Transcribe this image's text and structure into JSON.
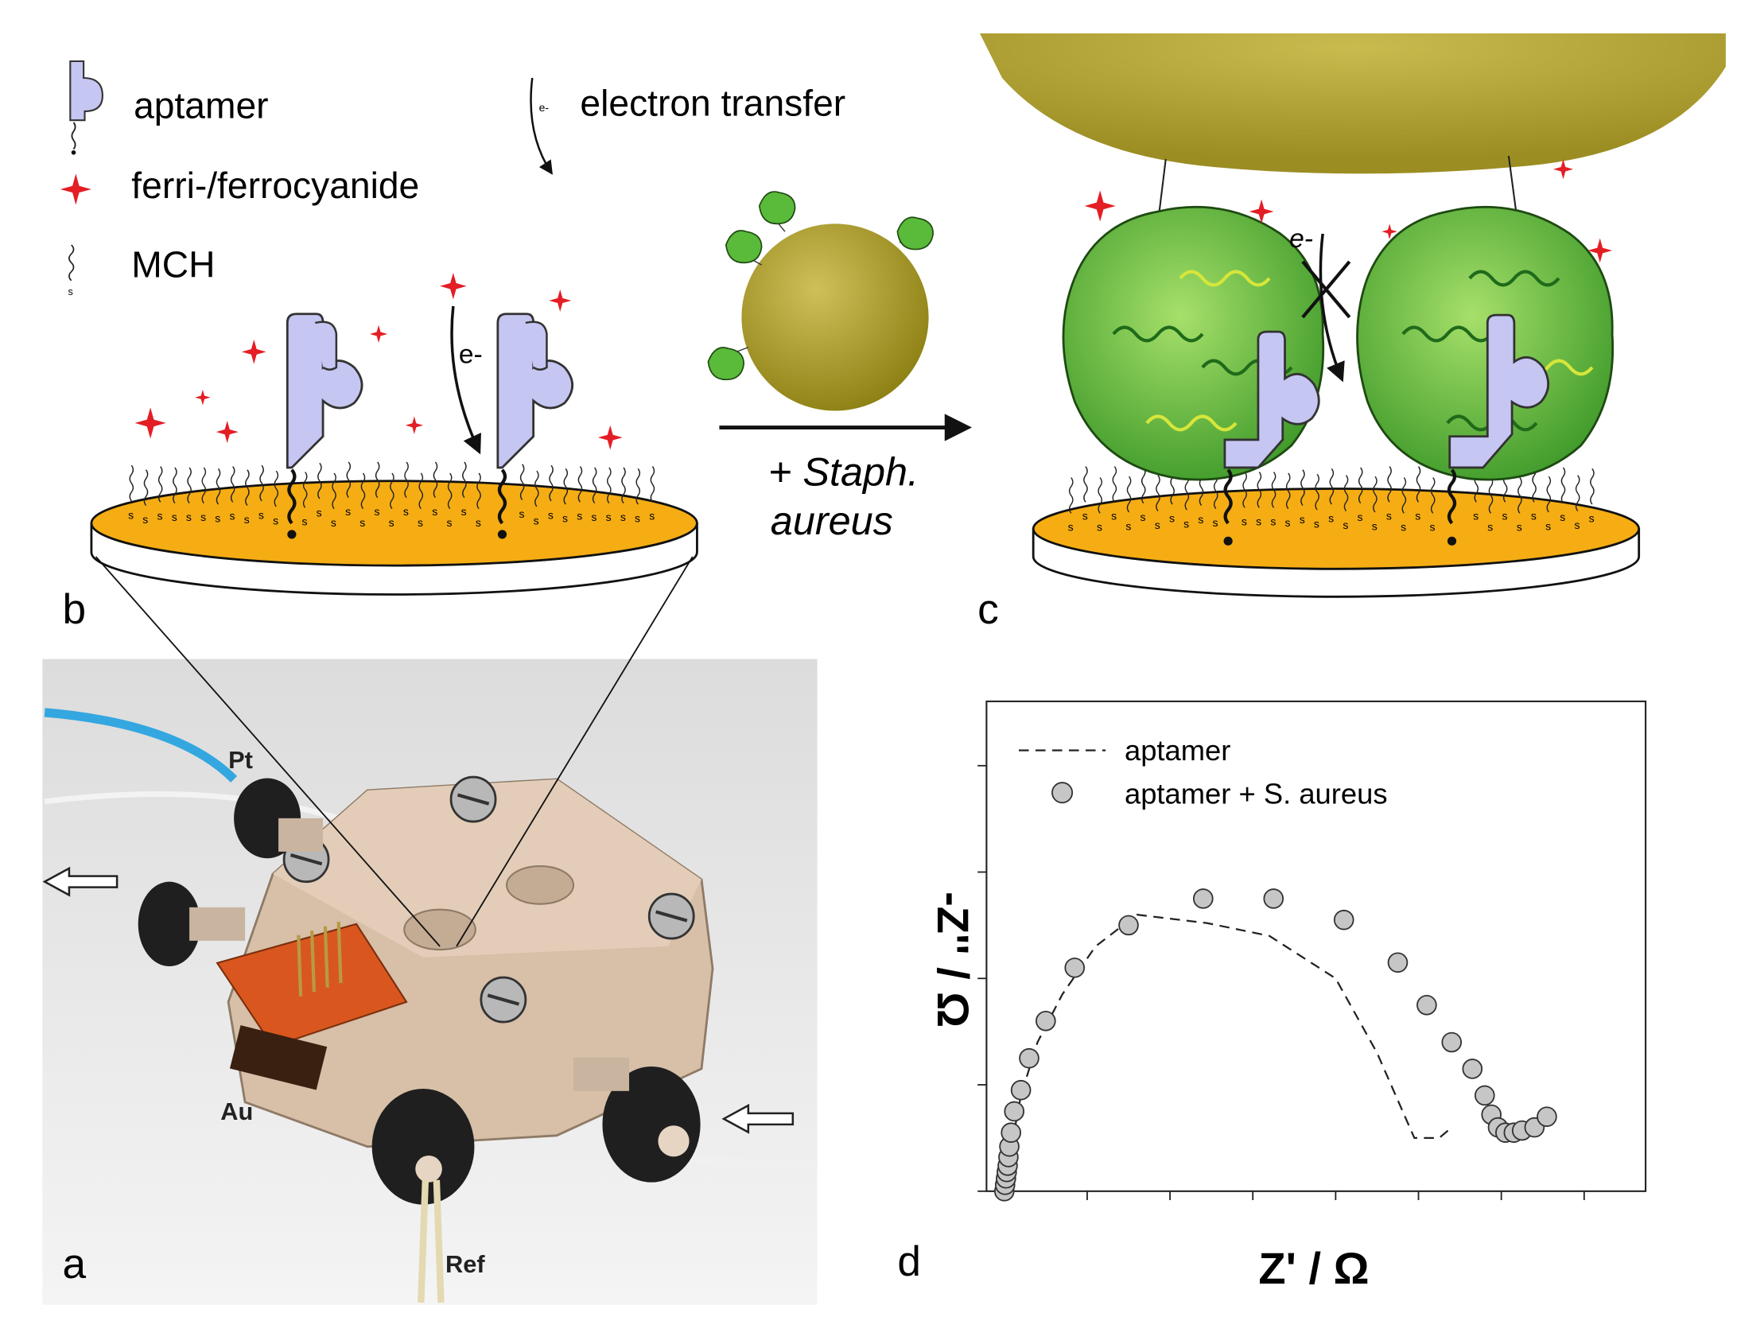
{
  "legend": {
    "aptamer": "aptamer",
    "electron_transfer": "electron transfer",
    "ferri": "ferri-/ferrocyanide",
    "mch": "MCH",
    "e_small": "e-",
    "s_small": "s"
  },
  "panel_b": {
    "label": "b",
    "e_label": "e-",
    "thiol": "s"
  },
  "reaction": {
    "line1": "+ Staph.",
    "line2": "aureus"
  },
  "panel_c": {
    "label": "c",
    "e_label": "e-"
  },
  "photo": {
    "label": "a",
    "pt": "Pt",
    "au": "Au",
    "ref": "Ref",
    "colors": {
      "body": "#d7bfa8",
      "tube": "#34a7e0",
      "board": "#d9571f"
    }
  },
  "colors": {
    "gold": "#f5ad13",
    "aptamer": "#c6c6f3",
    "star": "#e31e24",
    "bacteria": "#b0a22a",
    "protein": "#5aba3a"
  },
  "chart_data": {
    "type": "scatter",
    "panel_label": "d",
    "xlabel": "Z' / Ω",
    "ylabel": "-Z'' / Ω",
    "xlim": [
      0,
      750
    ],
    "ylim": [
      0,
      450
    ],
    "legend_position": "top-left",
    "series": [
      {
        "name": "aptamer",
        "style": "dashed-line",
        "points": [
          [
            0,
            0
          ],
          [
            3,
            10
          ],
          [
            8,
            40
          ],
          [
            20,
            90
          ],
          [
            40,
            140
          ],
          [
            70,
            185
          ],
          [
            110,
            230
          ],
          [
            160,
            260
          ],
          [
            245,
            252
          ],
          [
            320,
            240
          ],
          [
            400,
            200
          ],
          [
            450,
            130
          ],
          [
            495,
            50
          ],
          [
            525,
            50
          ],
          [
            540,
            60
          ]
        ]
      },
      {
        "name": "aptamer + S. aureus",
        "style": "circle-marker",
        "points": [
          [
            0,
            0
          ],
          [
            1,
            6
          ],
          [
            2,
            12
          ],
          [
            3,
            18
          ],
          [
            4,
            24
          ],
          [
            5,
            32
          ],
          [
            6,
            42
          ],
          [
            8,
            55
          ],
          [
            12,
            75
          ],
          [
            20,
            95
          ],
          [
            30,
            125
          ],
          [
            50,
            160
          ],
          [
            85,
            210
          ],
          [
            150,
            250
          ],
          [
            240,
            275
          ],
          [
            325,
            275
          ],
          [
            410,
            255
          ],
          [
            475,
            215
          ],
          [
            510,
            175
          ],
          [
            540,
            140
          ],
          [
            565,
            115
          ],
          [
            580,
            90
          ],
          [
            588,
            72
          ],
          [
            596,
            60
          ],
          [
            605,
            55
          ],
          [
            615,
            55
          ],
          [
            625,
            57
          ],
          [
            640,
            60
          ],
          [
            655,
            70
          ]
        ]
      }
    ]
  }
}
